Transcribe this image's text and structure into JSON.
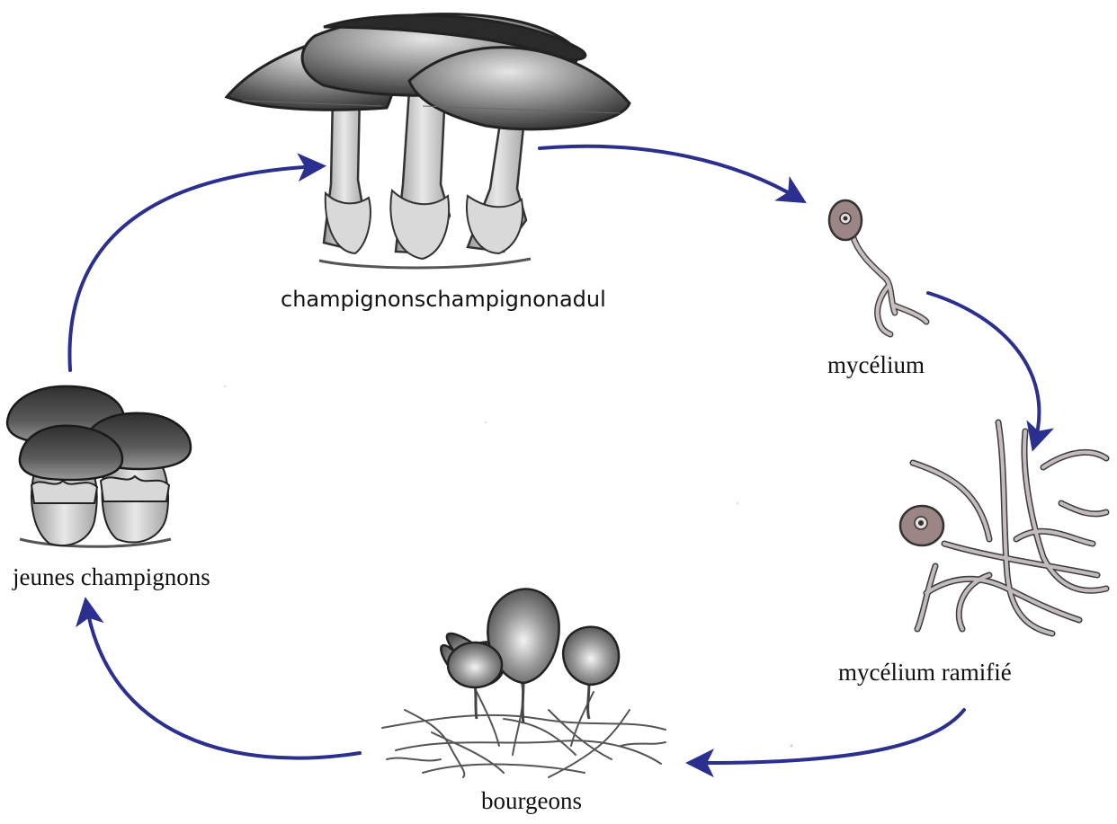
{
  "diagram": {
    "type": "life-cycle",
    "stages": [
      {
        "key": "adulte",
        "label": "champignonschampignonadul"
      },
      {
        "key": "mycelium",
        "label": "mycélium"
      },
      {
        "key": "mycelium_ramifie",
        "label": "mycélium ramifié"
      },
      {
        "key": "bourgeons",
        "label": "bourgeons"
      },
      {
        "key": "jeunes",
        "label": "jeunes champignons"
      }
    ],
    "cycle_order": [
      "adulte",
      "mycelium",
      "mycelium_ramifie",
      "bourgeons",
      "jeunes",
      "adulte"
    ],
    "colors": {
      "arrow": "#2b2f8f",
      "cap_dark": "#4a4a4a",
      "cap_light": "#c8c8c8",
      "spore": "#9c8585",
      "hypha": "#b8b0b0"
    }
  }
}
